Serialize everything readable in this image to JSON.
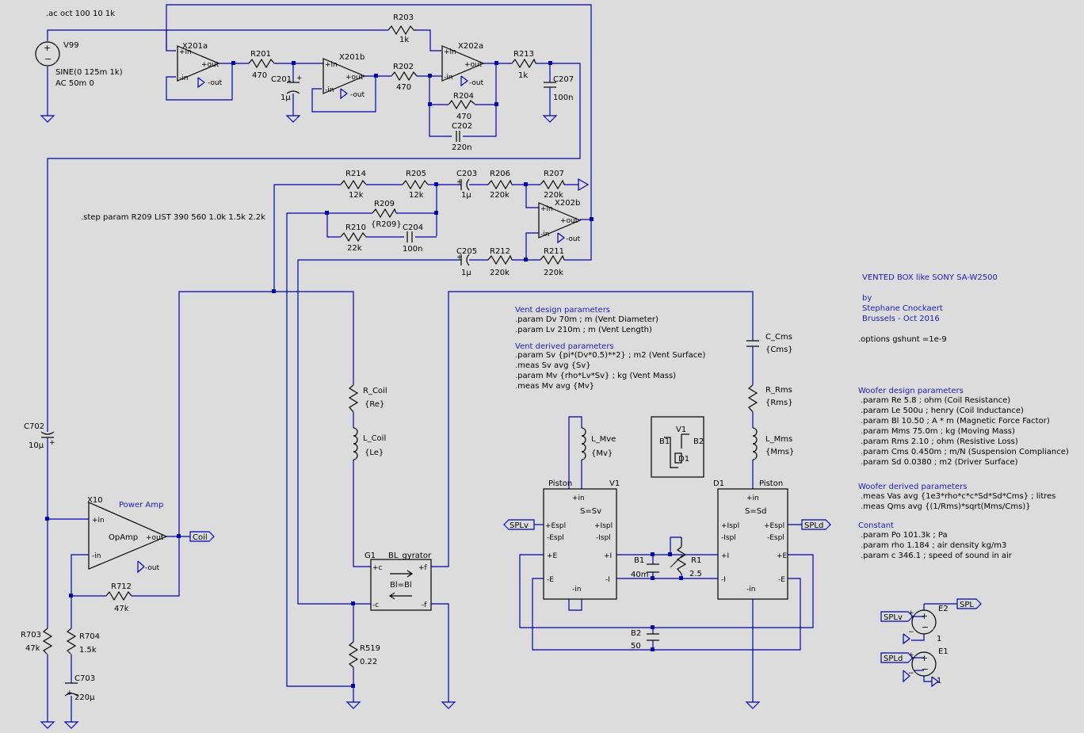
{
  "colors": {
    "background": "#dcdcdc",
    "wire": "#0000b0",
    "component": "#000000",
    "comment": "#1d1db0"
  },
  "directives": {
    "ac": ".ac oct 100 10 1k",
    "step": ".step param R209 LIST 390 560 1.0k 1.5k 2.2k",
    "gshunt": ".options gshunt =1e-9"
  },
  "title_block": {
    "title": "VENTED BOX like SONY SA-W2500",
    "by": "by",
    "author": "Stephane Cnockaert",
    "place_date": "Brussels - Oct 2016"
  },
  "vent_design": {
    "heading": "Vent design parameters",
    "lines": [
      ".param Dv 70m ; m (Vent Diameter)",
      ".param Lv 210m ; m (Vent Length)"
    ]
  },
  "vent_derived": {
    "heading": "Vent derived parameters",
    "lines": [
      ".param Sv {pi*(Dv*0.5)**2} ; m2 (Vent Surface)",
      ".meas Sv avg {Sv}",
      ".param Mv {rho*Lv*Sv} ; kg (Vent Mass)",
      ".meas Mv avg {Mv}"
    ]
  },
  "woofer_design": {
    "heading": "Woofer design parameters",
    "lines": [
      ".param Re 5.8 ; ohm (Coil Resistance)",
      ".param Le 500u ; henry (Coil Inductance)",
      ".param Bl 10.50 ; A * m (Magnetic Force Factor)",
      ".param Mms 75.0m ; kg (Moving Mass)",
      ".param Rms 2.10 ; ohm (Resistive Loss)",
      ".param Cms 0.450m ; m/N (Suspension Compliance)",
      ".param Sd 0.0380 ; m2 (Driver Surface)"
    ]
  },
  "woofer_derived": {
    "heading": "Woofer derived parameters",
    "lines": [
      ".meas Vas avg {1e3*rho*c*c*Sd*Sd*Cms} ; litres",
      ".meas Qms avg {(1/Rms)*sqrt(Mms/Cms)}"
    ]
  },
  "constant": {
    "heading": "Constant",
    "lines": [
      ".param Po 101.3k ; Pa",
      ".param rho 1.184 ; air density kg/m3",
      ".param c 346.1 ; speed of sound in air"
    ]
  },
  "components": {
    "V99": {
      "name": "V99",
      "v1": "SINE(0 125m 1k)",
      "v2": "AC 50m 0"
    },
    "R203": {
      "name": "R203",
      "value": "1k"
    },
    "X201a": {
      "name": "X201a"
    },
    "X201b": {
      "name": "X201b"
    },
    "X202a": {
      "name": "X202a"
    },
    "X202b": {
      "name": "X202b"
    },
    "R201": {
      "name": "R201",
      "value": "470"
    },
    "C201": {
      "name": "C201",
      "value": "1µ"
    },
    "R202": {
      "name": "R202",
      "value": "470"
    },
    "R204": {
      "name": "R204",
      "value": "470"
    },
    "C202": {
      "name": "C202",
      "value": "220n"
    },
    "R213": {
      "name": "R213",
      "value": "1k"
    },
    "C207": {
      "name": "C207",
      "value": "100n"
    },
    "R214": {
      "name": "R214",
      "value": "12k"
    },
    "R205": {
      "name": "R205",
      "value": "12k"
    },
    "C203": {
      "name": "C203",
      "value": "1µ"
    },
    "R206": {
      "name": "R206",
      "value": "220k"
    },
    "R207": {
      "name": "R207",
      "value": "220k"
    },
    "R209": {
      "name": "R209",
      "value": "{R209}"
    },
    "R210": {
      "name": "R210",
      "value": "22k"
    },
    "C204": {
      "name": "C204",
      "value": "100n"
    },
    "C205": {
      "name": "C205",
      "value": "1µ"
    },
    "R212": {
      "name": "R212",
      "value": "220k"
    },
    "R211": {
      "name": "R211",
      "value": "220k"
    },
    "C702": {
      "name": "C702",
      "value": "10µ"
    },
    "X10": {
      "name": "X10",
      "label": "OpAmp",
      "title": "Power Amp"
    },
    "R712": {
      "name": "R712",
      "value": "47k"
    },
    "R703": {
      "name": "R703",
      "value": "47k"
    },
    "R704": {
      "name": "R704",
      "value": "1.5k"
    },
    "C703": {
      "name": "C703",
      "value": "220µ"
    },
    "R_Coil": {
      "name": "R_Coil",
      "value": "{Re}"
    },
    "L_Coil": {
      "name": "L_Coil",
      "value": "{Le}"
    },
    "G1": {
      "name": "G1",
      "type": "BL_gyrator",
      "eq": "Bl=Bl"
    },
    "R519": {
      "name": "R519",
      "value": "0.22"
    },
    "L_Mve": {
      "name": "L_Mve",
      "value": "{Mv}"
    },
    "V1": {
      "name": "V1",
      "type": "Piston",
      "eq": "S=Sv"
    },
    "D1": {
      "name": "D1",
      "type": "Piston",
      "eq": "S=Sd"
    },
    "B1": {
      "name": "B1",
      "value": "40m"
    },
    "R1": {
      "name": "R1",
      "value": "2.5"
    },
    "B2": {
      "name": "B2",
      "value": "50"
    },
    "C_Cms": {
      "name": "C_Cms",
      "value": "{Cms}"
    },
    "R_Rms": {
      "name": "R_Rms",
      "value": "{Rms}"
    },
    "L_Mms": {
      "name": "L_Mms",
      "value": "{Mms}"
    },
    "E2": {
      "name": "E2",
      "value": "1"
    },
    "E1": {
      "name": "E1",
      "value": "1"
    }
  },
  "legend_sym": {
    "v1": "V1",
    "b1": "B1",
    "b2": "B2",
    "d1": "D1"
  },
  "pins": {
    "pin_in": "+in",
    "pin_nin": "-in",
    "pin_out": "+out",
    "pin_nout": "-out",
    "c_plus": "+c",
    "c_minus": "-c",
    "f_plus": "+f",
    "f_minus": "-f",
    "espl_p": "+Espl",
    "espl_m": "-Espl",
    "ispl_p": "+Ispl",
    "ispl_m": "-Ispl",
    "i_p": "+I",
    "i_m": "-I",
    "e_p": "+E",
    "e_m": "-E"
  },
  "nets": {
    "coil": "Coil",
    "splv": "SPLv",
    "spld": "SPLd",
    "spl": "SPL"
  }
}
